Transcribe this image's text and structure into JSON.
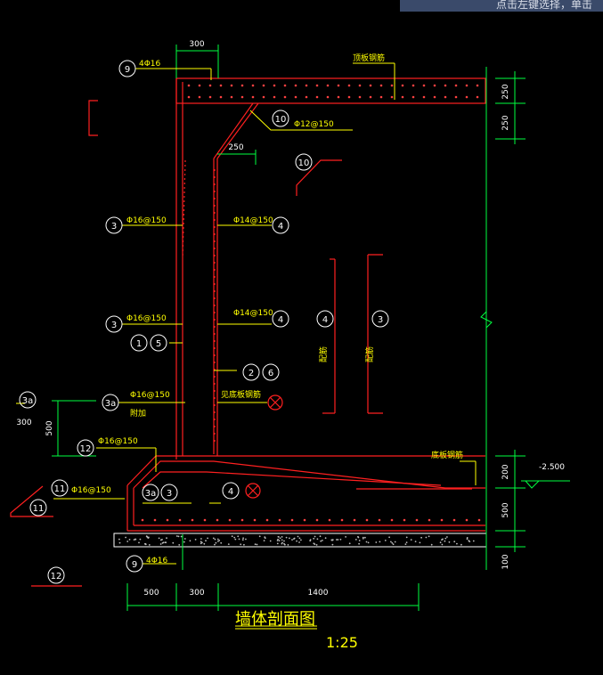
{
  "window": {
    "title_fragment": "点击左键选择，单击"
  },
  "drawing": {
    "title": "墙体剖面图",
    "scale": "1:25"
  },
  "labels": {
    "top_bar_note": "4Φ16",
    "bottom_bar_note": "4Φ16",
    "rebar_10": "Φ12@150",
    "rebar_3_upper": "Φ16@150",
    "rebar_3_lower": "Φ16@150",
    "rebar_4_upper": "Φ14@150",
    "rebar_4_lower": "Φ14@150",
    "rebar_3a": "Φ16@150",
    "rebar_3a_note": "附加",
    "rebar_12": "Φ16@150",
    "rebar_11": "Φ16@150",
    "roof_note": "顶板钢筋",
    "floor_note": "底板钢筋",
    "dist_note": "见底板钢筋",
    "side_4": "配筋",
    "side_3": "配筋"
  },
  "markers": {
    "m9a": "9",
    "m10a": "10",
    "m10b": "10",
    "m3a": "3",
    "m4a": "4",
    "m3b": "3",
    "m4b": "4",
    "m1": "1",
    "m5": "5",
    "m2": "2",
    "m6": "6",
    "m3a_a": "3a",
    "m12a": "12",
    "m11a": "11",
    "m11b": "11",
    "m3a_b": "3a",
    "m3c": "3",
    "m4c": "4",
    "m9b": "9",
    "m12b": "12",
    "m3a_c": "3a",
    "m4d": "4",
    "m3d": "3"
  },
  "dims": {
    "top_300": "300",
    "top_250": "250",
    "right_250a": "250",
    "right_250b": "250",
    "left_500": "500",
    "left_300": "300",
    "right_200": "200",
    "right_500": "500",
    "right_100": "100",
    "elev": "-2.500",
    "bot_500": "500",
    "bot_300": "300",
    "bot_1400": "1400"
  }
}
